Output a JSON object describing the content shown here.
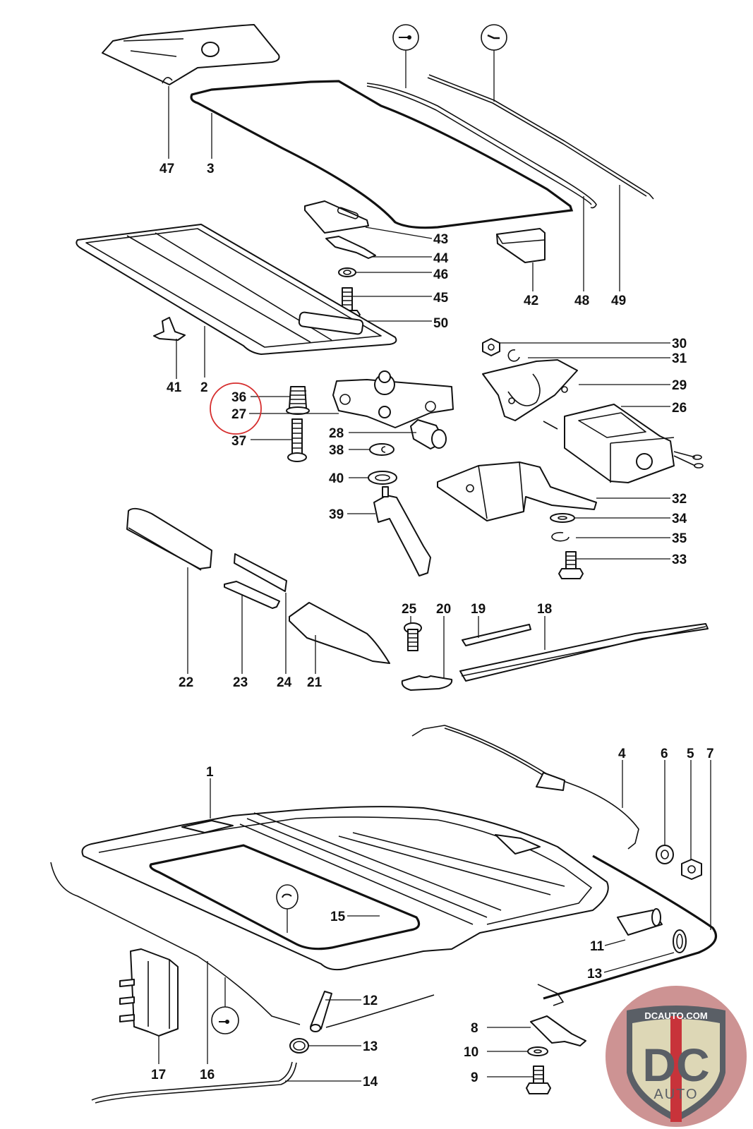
{
  "diagram": {
    "title": "Sunroof assembly exploded parts diagram",
    "highlight_color": "#d62e2e",
    "highlighted_callouts": [
      "36",
      "27"
    ],
    "callouts": [
      {
        "id": "47",
        "part": "front-deflector-cover"
      },
      {
        "id": "3",
        "part": "sunroof-glass-panel"
      },
      {
        "id": "48",
        "part": "seal-strip"
      },
      {
        "id": "49",
        "part": "trim-strip"
      },
      {
        "id": "43",
        "part": "guide-bracket"
      },
      {
        "id": "44",
        "part": "spacer-plate"
      },
      {
        "id": "46",
        "part": "washer"
      },
      {
        "id": "45",
        "part": "bolt"
      },
      {
        "id": "50",
        "part": "slide-plate"
      },
      {
        "id": "42",
        "part": "stop-block"
      },
      {
        "id": "41",
        "part": "clip"
      },
      {
        "id": "2",
        "part": "headliner-frame"
      },
      {
        "id": "36",
        "part": "bushing"
      },
      {
        "id": "27",
        "part": "drive-gear-housing"
      },
      {
        "id": "37",
        "part": "screw"
      },
      {
        "id": "28",
        "part": "coupling-sleeve"
      },
      {
        "id": "38",
        "part": "circlip"
      },
      {
        "id": "40",
        "part": "washer"
      },
      {
        "id": "39",
        "part": "crank-handle"
      },
      {
        "id": "30",
        "part": "nut"
      },
      {
        "id": "31",
        "part": "spring-washer"
      },
      {
        "id": "29",
        "part": "motor-bracket"
      },
      {
        "id": "26",
        "part": "electric-motor"
      },
      {
        "id": "32",
        "part": "mounting-bracket"
      },
      {
        "id": "34",
        "part": "washer"
      },
      {
        "id": "35",
        "part": "spring-washer"
      },
      {
        "id": "33",
        "part": "bolt"
      },
      {
        "id": "22",
        "part": "guide-rail-left"
      },
      {
        "id": "23",
        "part": "guide-plate"
      },
      {
        "id": "24",
        "part": "seal"
      },
      {
        "id": "21",
        "part": "guide-rail-right"
      },
      {
        "id": "25",
        "part": "screw"
      },
      {
        "id": "20",
        "part": "cover-cap"
      },
      {
        "id": "19",
        "part": "strip"
      },
      {
        "id": "18",
        "part": "guide-track"
      },
      {
        "id": "4",
        "part": "drive-cable"
      },
      {
        "id": "6",
        "part": "washer"
      },
      {
        "id": "5",
        "part": "nut"
      },
      {
        "id": "7",
        "part": "drain-hose"
      },
      {
        "id": "1",
        "part": "sunroof-frame"
      },
      {
        "id": "15",
        "part": "seal"
      },
      {
        "id": "11",
        "part": "hose-connector"
      },
      {
        "id": "13",
        "part": "grommet"
      },
      {
        "id": "12",
        "part": "hose-connector"
      },
      {
        "id": "14",
        "part": "drain-hose"
      },
      {
        "id": "16",
        "part": "cable"
      },
      {
        "id": "17",
        "part": "switch"
      },
      {
        "id": "8",
        "part": "bracket"
      },
      {
        "id": "10",
        "part": "washer"
      },
      {
        "id": "9",
        "part": "bolt"
      }
    ],
    "symbols": [
      {
        "name": "adhesive-symbol"
      },
      {
        "name": "sealant-symbol"
      },
      {
        "name": "glue-symbol"
      },
      {
        "name": "adhesive-symbol-lower"
      }
    ]
  },
  "watermark": {
    "site": "DCAUTO.COM",
    "monogram": "DC",
    "sub": "AUTO",
    "colors": {
      "bg": "#c98a8a",
      "shield": "#ddd7b6",
      "text": "#5a5f66",
      "stripe": "#c8333a"
    }
  }
}
